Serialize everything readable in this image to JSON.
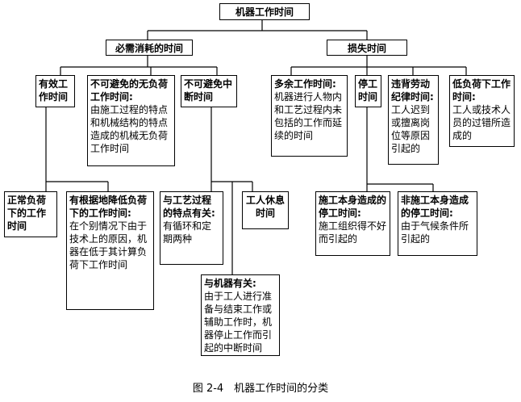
{
  "root": {
    "title": "机器工作时间"
  },
  "level1": {
    "necessary": {
      "title": "必需消耗的时间"
    },
    "loss": {
      "title": "损失时间"
    }
  },
  "level2": {
    "effective": {
      "title": "有效工作时间"
    },
    "unavoidable_noload": {
      "title": "不可避免的无负荷工作时间:",
      "body": "由施工过程的特点和机械结构的特点造成的机械无负荷工作时间"
    },
    "unavoidable_interrupt": {
      "title": "不可避免中断时间"
    },
    "excess": {
      "title": "多余工作时间:",
      "body": "机器进行人物内和工艺过程内未包括的工作而延续的时间"
    },
    "stoppage": {
      "title": "停工时间"
    },
    "discipline": {
      "title": "违背劳动纪律时间:",
      "body": "工人迟到或擅离岗位等原因引起的"
    },
    "lowload": {
      "title": "低负荷下工作时间:",
      "body": "工人或技术人员的过错所造成的"
    }
  },
  "level3": {
    "normal_load": {
      "title": "正常负荷下的工作时间"
    },
    "reduced_load": {
      "title": "有根据地降低负荷下的工作时间:",
      "body": "在个别情况下由于技术上的原因，机器在低于其计算负荷下工作时间"
    },
    "process_related": {
      "title": "与工艺过程的特点有关:",
      "body": "有循环和定期两种"
    },
    "worker_rest": {
      "title": "工人休息时间"
    },
    "machine_related": {
      "title": "与机器有关:",
      "body": "由于工人进行准备与结束工作或辅助工作时，机器停止工作而引起的中断时间"
    },
    "construction_caused": {
      "title": "施工本身造成的停工时间:",
      "body": "施工组织得不好而引起的"
    },
    "non_construction_caused": {
      "title": "非施工本身造成的停工时间:",
      "body": "由于气候条件所引起的"
    }
  },
  "caption": "图 2-4　机器工作时间的分类"
}
